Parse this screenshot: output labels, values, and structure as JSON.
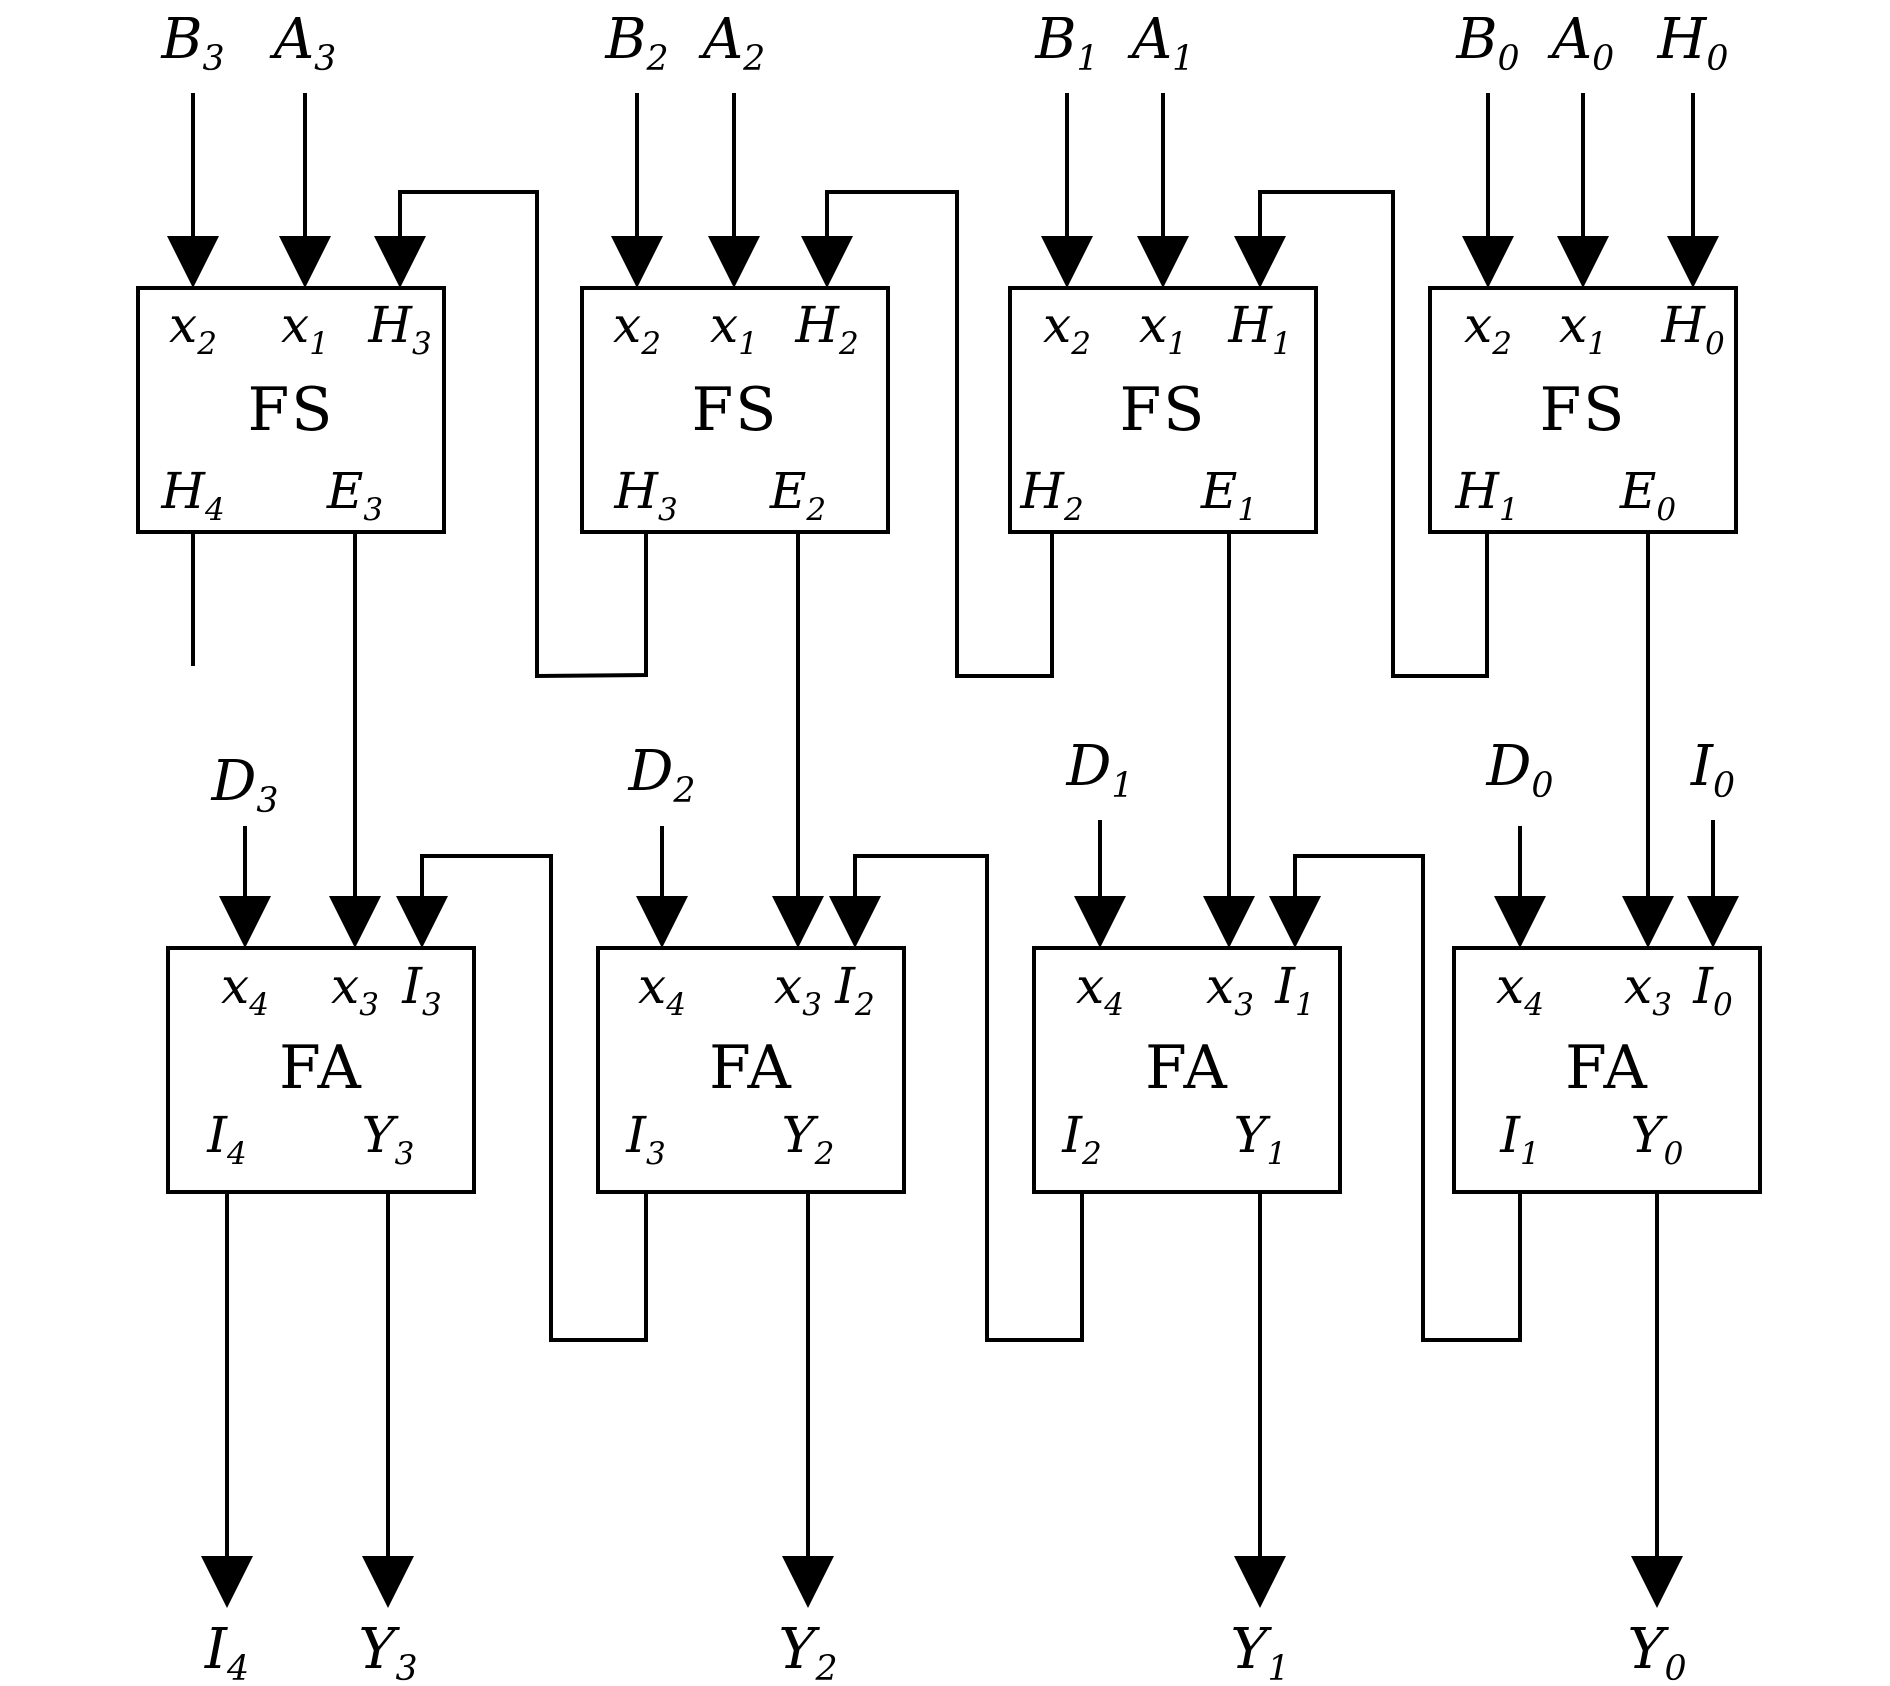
{
  "fs_row": {
    "units": [
      {
        "title": "FS",
        "in1": "x|2",
        "in2": "x|1",
        "in3": "H|3",
        "out1": "H|4",
        "out2": "E|3"
      },
      {
        "title": "FS",
        "in1": "x|2",
        "in2": "x|1",
        "in3": "H|2",
        "out1": "H|3",
        "out2": "E|2"
      },
      {
        "title": "FS",
        "in1": "x|2",
        "in2": "x|1",
        "in3": "H|1",
        "out1": "H|2",
        "out2": "E|1"
      },
      {
        "title": "FS",
        "in1": "x|2",
        "in2": "x|1",
        "in3": "H|0",
        "out1": "H|1",
        "out2": "E|0"
      }
    ],
    "inputs": [
      "B|3",
      "A|3",
      "B|2",
      "A|2",
      "B|1",
      "A|1",
      "B|0",
      "A|0",
      "H|0"
    ]
  },
  "fa_row": {
    "units": [
      {
        "title": "FA",
        "in1": "x|4",
        "in2": "x|3",
        "in3": "I|3",
        "out1": "I|4",
        "out2": "Y|3"
      },
      {
        "title": "FA",
        "in1": "x|4",
        "in2": "x|3",
        "in3": "I|2",
        "out1": "I|3",
        "out2": "Y|2"
      },
      {
        "title": "FA",
        "in1": "x|4",
        "in2": "x|3",
        "in3": "I|1",
        "out1": "I|2",
        "out2": "Y|1"
      },
      {
        "title": "FA",
        "in1": "x|4",
        "in2": "x|3",
        "in3": "I|0",
        "out1": "I|1",
        "out2": "Y|0"
      }
    ],
    "inputs": [
      "D|3",
      "D|2",
      "D|1",
      "D|0",
      "I|0"
    ]
  },
  "outputs": [
    "I|4",
    "Y|3",
    "Y|2",
    "Y|1",
    "Y|0"
  ]
}
